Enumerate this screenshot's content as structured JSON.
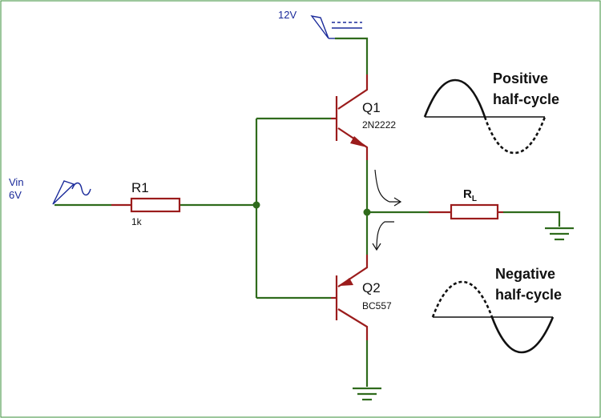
{
  "supply": {
    "label": "12V"
  },
  "input": {
    "name": "Vin",
    "value": "6V"
  },
  "resistor_r1": {
    "ref": "R1",
    "value": "1k"
  },
  "transistor_q1": {
    "ref": "Q1",
    "part": "2N2222"
  },
  "transistor_q2": {
    "ref": "Q2",
    "part": "BC557"
  },
  "load": {
    "ref": "R",
    "subscript": "L"
  },
  "positive_wave": {
    "line1": "Positive",
    "line2": "half-cycle"
  },
  "negative_wave": {
    "line1": "Negative",
    "line2": "half-cycle"
  },
  "colors": {
    "wire": "#2f6b1c",
    "component": "#9b1c1c",
    "source_symbol": "#1a2a9a",
    "frame": "#3a8f3a"
  }
}
